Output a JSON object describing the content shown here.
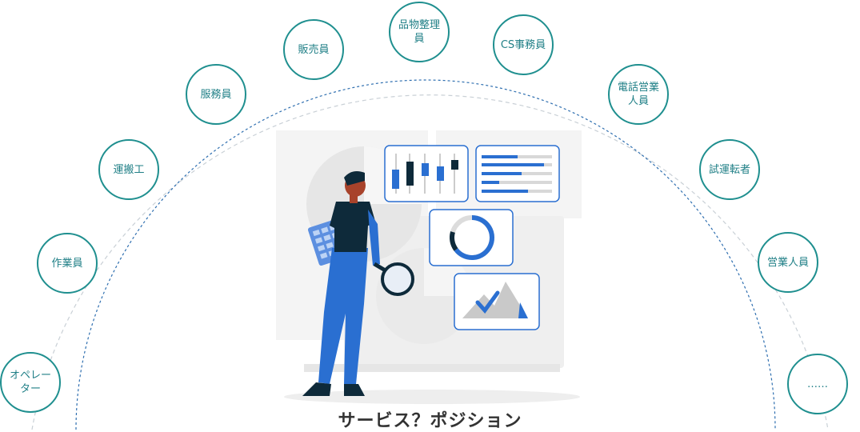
{
  "nodes": [
    {
      "id": "operator",
      "label": "オペレー\nター"
    },
    {
      "id": "worker",
      "label": "作業員"
    },
    {
      "id": "transport",
      "label": "運搬工"
    },
    {
      "id": "service",
      "label": "服務員"
    },
    {
      "id": "sales",
      "label": "販売員"
    },
    {
      "id": "goods",
      "label": "品物整理員"
    },
    {
      "id": "cs",
      "label": "CS事務員"
    },
    {
      "id": "phone",
      "label": "電話営業\n人員"
    },
    {
      "id": "driver",
      "label": "試運転者"
    },
    {
      "id": "business",
      "label": "営業人員"
    },
    {
      "id": "more",
      "label": "……"
    }
  ],
  "caption": "サービス？ポジション",
  "colors": {
    "node_border": "#1f8f8f",
    "node_text": "#1f7f86",
    "inner_arc": "#2f6fb0",
    "outer_arc": "#c9d0d6",
    "accent_blue": "#2a6fd1",
    "dark_navy": "#0e2a3a"
  }
}
